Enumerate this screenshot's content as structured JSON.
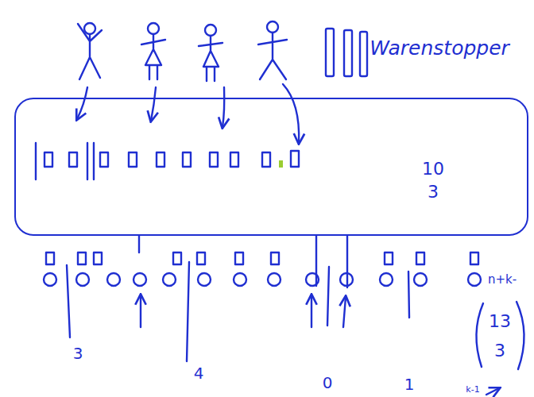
{
  "diagram": {
    "nodes": [
      {
        "text": [
          "10",
          "3"
        ]
      }
    ],
    "labels": [
      "Warenstopper",
      "n+k-",
      "3",
      "4",
      "0",
      "1",
      "13",
      "3",
      "k-1"
    ]
  }
}
